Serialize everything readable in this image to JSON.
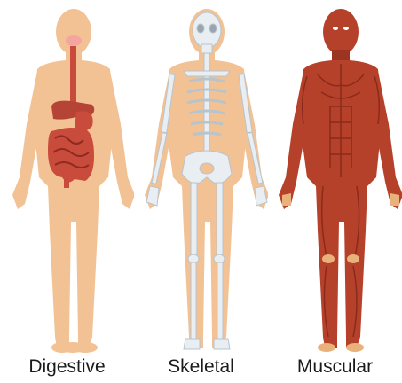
{
  "panels": [
    {
      "label": "Digestive"
    },
    {
      "label": "Skeletal"
    },
    {
      "label": "Muscular"
    }
  ],
  "colors": {
    "skin": "#f2c194",
    "skin_dark": "#e8b080",
    "organ_red": "#c94b3c",
    "organ_dark": "#8e2a22",
    "bone": "#e8eef2",
    "bone_edge": "#b8c4cc",
    "muscle": "#b6412b",
    "muscle_dark": "#8a2a1a",
    "tendon": "#e8b27a"
  }
}
